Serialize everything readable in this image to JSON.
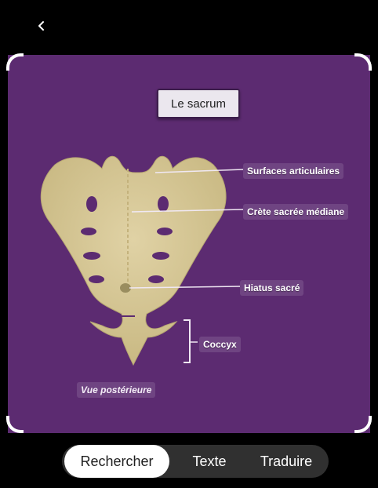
{
  "toolbar": {
    "back_icon": "chevron-left-icon"
  },
  "image": {
    "title": "Le sacrum",
    "labels": {
      "surfaces": "Surfaces articulaires",
      "crete": "Crète sacrée médiane",
      "hiatus": "Hiatus sacré",
      "coccyx": "Coccyx"
    },
    "view": "Vue postérieure"
  },
  "tabs": [
    {
      "label": "Rechercher",
      "active": true
    },
    {
      "label": "Texte",
      "active": false
    },
    {
      "label": "Traduire",
      "active": false
    }
  ],
  "colors": {
    "background": "#5c2b71",
    "bone": "#d6c89a",
    "accent": "#ffffff"
  }
}
